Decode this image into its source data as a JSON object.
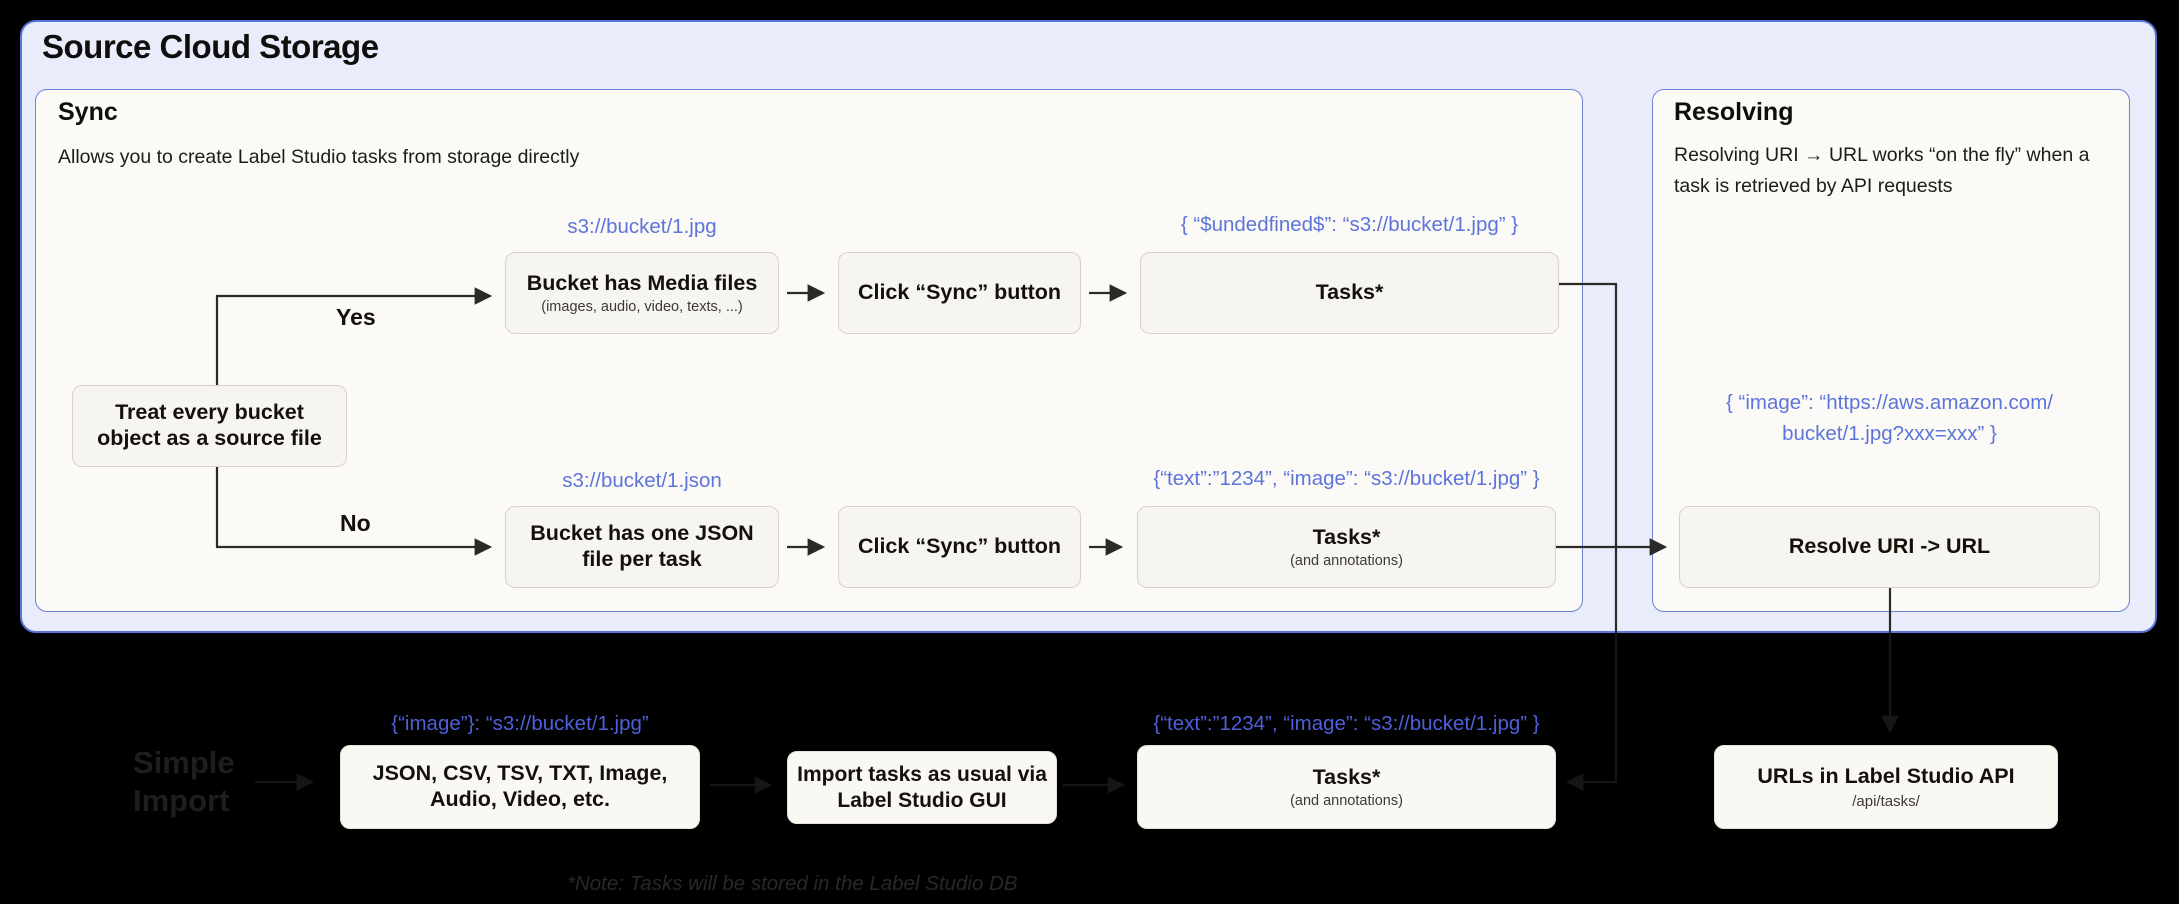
{
  "page": {
    "title": "Source Cloud Storage"
  },
  "sync": {
    "title": "Sync",
    "subtitle": "Allows you to create Label Studio tasks from storage directly",
    "decision": {
      "label": "Treat every bucket object as a source file",
      "yes": "Yes",
      "no": "No"
    },
    "row_media": {
      "uri_label": "s3://bucket/1.jpg",
      "step1_title": "Bucket has Media files",
      "step1_sub": "(images, audio, video, texts, ...)",
      "step2_title": "Click “Sync” button",
      "task_label": "{ “$undedfined$”: “s3://bucket/1.jpg” }",
      "step3_title": "Tasks*"
    },
    "row_json": {
      "uri_label": "s3://bucket/1.json",
      "step1_title": "Bucket has one JSON file per task",
      "step2_title": "Click “Sync” button",
      "task_label": "{“text”:”1234”,  “image”: “s3://bucket/1.jpg” }",
      "step3_title": "Tasks*",
      "step3_sub": "(and annotations)"
    }
  },
  "resolving": {
    "title": "Resolving",
    "description": "Resolving URI → URL works “on the fly” when a task is retrieved by API requests",
    "url_label": "{ “image”: “https://aws.amazon.com/ bucket/1.jpg?xxx=xxx” }",
    "box_label": "Resolve URI -> URL"
  },
  "import_flow": {
    "faint_title": "Simple Import",
    "formats_label": "{“image”}: “s3://bucket/1.jpg”",
    "formats_box": "JSON, CSV, TSV, TXT, Image, Audio, Video, etc.",
    "gui_box": "Import tasks as usual via Label Studio GUI",
    "tasks_label": "{“text”:”1234”,  “image”: “s3://bucket/1.jpg” }",
    "tasks_box": "Tasks*",
    "tasks_sub": "(and annotations)",
    "api_box": "URLs in Label Studio API",
    "api_sub": "/api/tasks/"
  },
  "note": "*Note: Tasks will be stored in the Label Studio DB",
  "colors": {
    "background": "#000000",
    "container_bg": "#e9ecfa",
    "container_border": "#5b74d8",
    "panel_bg": "#fbfaf6",
    "panel_border": "#6d81d9",
    "flowbox_bg": "#f7f5f0",
    "flowbox_border": "#d9d3c5",
    "accent_blue": "#5d74da",
    "accent_blue_on_dark": "#4d60da",
    "wire_dark": "#2b2a27",
    "wire_faint": "#161616"
  }
}
